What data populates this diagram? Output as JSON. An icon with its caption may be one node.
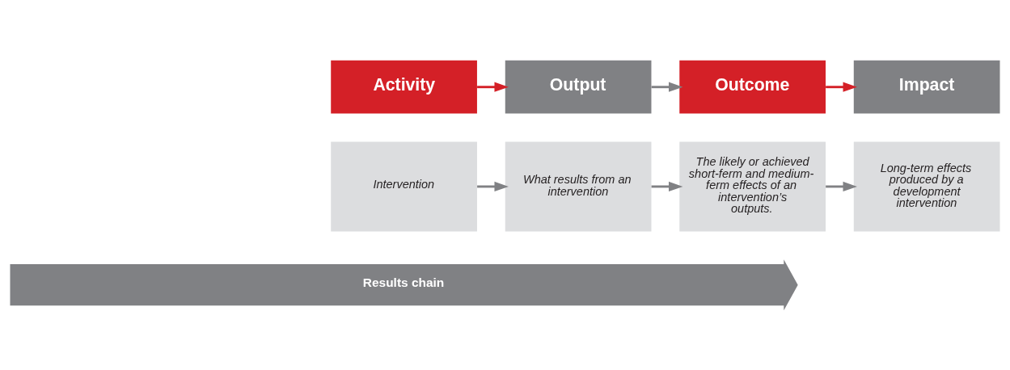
{
  "diagram": {
    "nodes": [
      {
        "text": [
          "Activity"
        ]
      },
      {
        "text": [
          "Output"
        ]
      },
      {
        "text": [
          "Outcome"
        ]
      },
      {
        "text": [
          "Impact"
        ]
      },
      {
        "text": [
          "Intervention"
        ]
      },
      {
        "text": [
          "What results from an intervention"
        ]
      },
      {
        "text": [
          "The likely or achieved short-ferm and medium-ferm effects of an intervention’s outputs."
        ]
      },
      {
        "text": [
          "Long-term effects produced by a development intervention"
        ]
      },
      {
        "text": [
          "Results chain"
        ]
      }
    ],
    "edges": [
      {
        "from": 0,
        "to": 1,
        "arrow": "to",
        "color": "#d42027"
      },
      {
        "from": 1,
        "to": 2,
        "arrow": "to"
      },
      {
        "from": 2,
        "to": 3,
        "arrow": "to",
        "color": "#d42027"
      },
      {
        "from": 4,
        "to": 5,
        "arrow": "to"
      },
      {
        "from": 5,
        "to": 6,
        "arrow": "to"
      },
      {
        "from": 6,
        "to": 7,
        "arrow": "to"
      }
    ]
  }
}
